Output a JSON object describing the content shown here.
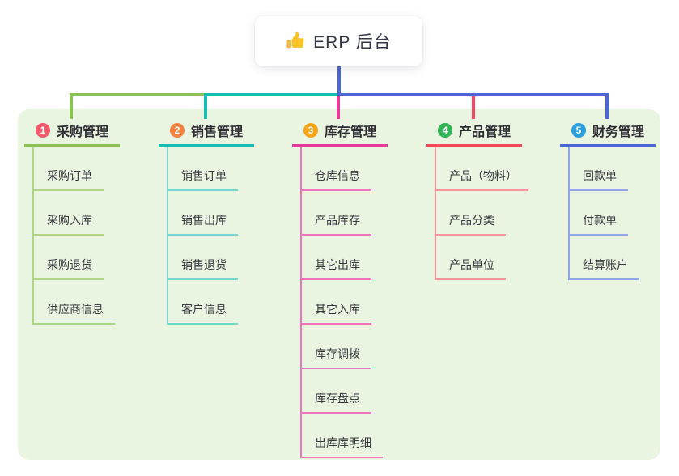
{
  "root": {
    "icon": "thumbs-up-icon",
    "title": "ERP 后台",
    "connector_color": "#4a67d5"
  },
  "panel": {
    "background": "#e9f5e1"
  },
  "branches": [
    {
      "badge": "1",
      "label": "采购管理",
      "badge_color": "#f2596b",
      "line_color": "#8cc153",
      "child_line_color": "#aed687",
      "children": [
        "采购订单",
        "采购入库",
        "采购退货",
        "供应商信息"
      ]
    },
    {
      "badge": "2",
      "label": "销售管理",
      "badge_color": "#f6823f",
      "line_color": "#16bdb4",
      "child_line_color": "#74d6cd",
      "children": [
        "销售订单",
        "销售出库",
        "销售退货",
        "客户信息"
      ]
    },
    {
      "badge": "3",
      "label": "库存管理",
      "badge_color": "#f8a416",
      "line_color": "#e83a9d",
      "child_line_color": "#ef74ba",
      "children": [
        "仓库信息",
        "产品库存",
        "其它出库",
        "其它入库",
        "库存调拨",
        "库存盘点",
        "出库库明细"
      ]
    },
    {
      "badge": "4",
      "label": "产品管理",
      "badge_color": "#31b454",
      "line_color": "#f5485d",
      "child_line_color": "#f9959c",
      "children": [
        "产品（物料）",
        "产品分类",
        "产品单位"
      ]
    },
    {
      "badge": "5",
      "label": "财务管理",
      "badge_color": "#2ba0dc",
      "line_color": "#4a67d5",
      "child_line_color": "#8fa7e9",
      "children": [
        "回款单",
        "付款单",
        "结算账户"
      ]
    }
  ]
}
